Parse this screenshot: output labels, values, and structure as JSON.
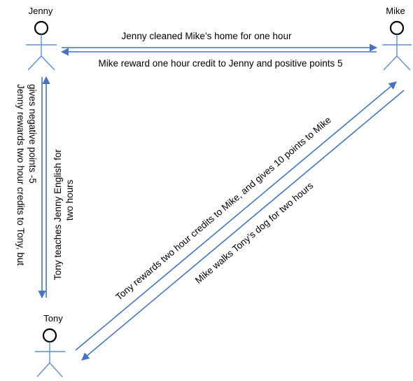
{
  "colors": {
    "arrow": "#4472c4",
    "figure_body": "#5b8fd1",
    "figure_head": "#000000",
    "text": "#000000"
  },
  "actors": {
    "jenny": {
      "name": "Jenny",
      "icon": "stick-figure-icon"
    },
    "mike": {
      "name": "Mike",
      "icon": "stick-figure-icon"
    },
    "tony": {
      "name": "Tony",
      "icon": "stick-figure-icon"
    }
  },
  "messages": {
    "jenny_to_mike": "Jenny cleaned Mike’s home for one hour",
    "mike_to_jenny": "Mike reward one hour credit to Jenny and positive points 5",
    "jenny_to_tony": "Jenny rewards two hour credits to Tony, but gives negative points -5",
    "jenny_to_tony_line1": "Jenny rewards two hour credits to Tony, but",
    "jenny_to_tony_line2": "gives negative points -5",
    "tony_to_jenny": "Tony teaches Jenny English for two hours",
    "tony_to_jenny_line1": "Tony teaches Jenny English for",
    "tony_to_jenny_line2": "two hours",
    "tony_to_mike": "Tony rewards two hour credits to Mike, and gives 10 points to Mike",
    "mike_to_tony": "Mike walks Tony’s dog for two hours"
  }
}
